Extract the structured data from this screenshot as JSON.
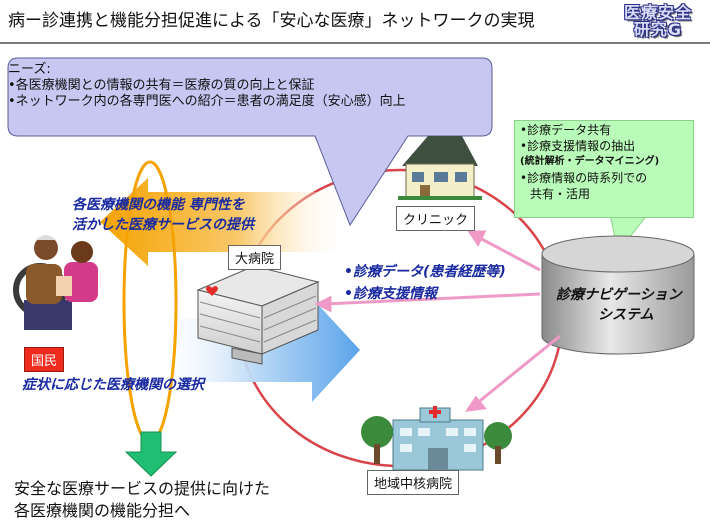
{
  "title": "病ー診連携と機能分担促進による「安心な医療」ネットワークの実現",
  "logo": [
    "医療安全",
    "研究G"
  ],
  "needs": {
    "heading": "ニーズ:",
    "items": [
      "•各医療機関との情報の共有＝医療の質の向上と保証",
      "•ネットワーク内の各専門医への紹介＝患者の満足度（安心感）向上"
    ]
  },
  "info_box": {
    "line1": "•診療データ共有",
    "line2": "•診療支援情報の抽出",
    "line3": "(統計解析・データマイニング)",
    "line4": "•診療情報の時系列での",
    "line5": "共有・活用"
  },
  "labels": {
    "clinic": "クリニック",
    "hospital": "大病院",
    "core_hospital": "地域中核病院",
    "nation": "国民"
  },
  "service": {
    "line1": "各医療機関の機能 専門性を",
    "line2": "活かした医療サービスの提供"
  },
  "selection": "症状に応じた医療機関の選択",
  "data_flow": {
    "line1": "•診療データ(患者経歴等)",
    "line2": "•診療支援情報"
  },
  "nav_system": {
    "line1": "診療ナビゲーション",
    "line2": "システム"
  },
  "bottom_text": {
    "line1": "安全な医療サービスの提供に向けた",
    "line2": "各医療機関の機能分担へ"
  },
  "colors": {
    "ring": "#d9434a",
    "bubble": "#c7c8f2",
    "info_box": "#b9fbb8",
    "orange_arrow": "#f5a300",
    "blue_arrow": "#7fb8ee",
    "green_arrow": "#1fbe73",
    "pink_arrow": "#ef9ac6",
    "nation_badge": "#ef2b1e",
    "text_blue": "#1a2aa0"
  }
}
